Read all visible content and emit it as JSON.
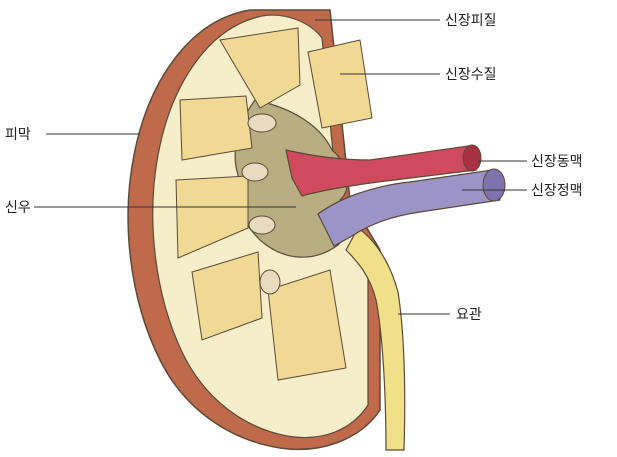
{
  "labels": {
    "cortex": "신장피질",
    "medulla": "신장수질",
    "capsule": "피막",
    "artery": "신장동맥",
    "pelvis": "신우",
    "vein": "신장정맥",
    "ureter": "요관"
  },
  "colors": {
    "capsule": "#c06a4c",
    "cortex": "#f5eec9",
    "pyramid": "#efd995",
    "pelvis": "#b9ad82",
    "artery": "#cf4a5c",
    "vein": "#9c93c6",
    "ureter": "#f0e08a",
    "outline": "#5b4a38"
  }
}
